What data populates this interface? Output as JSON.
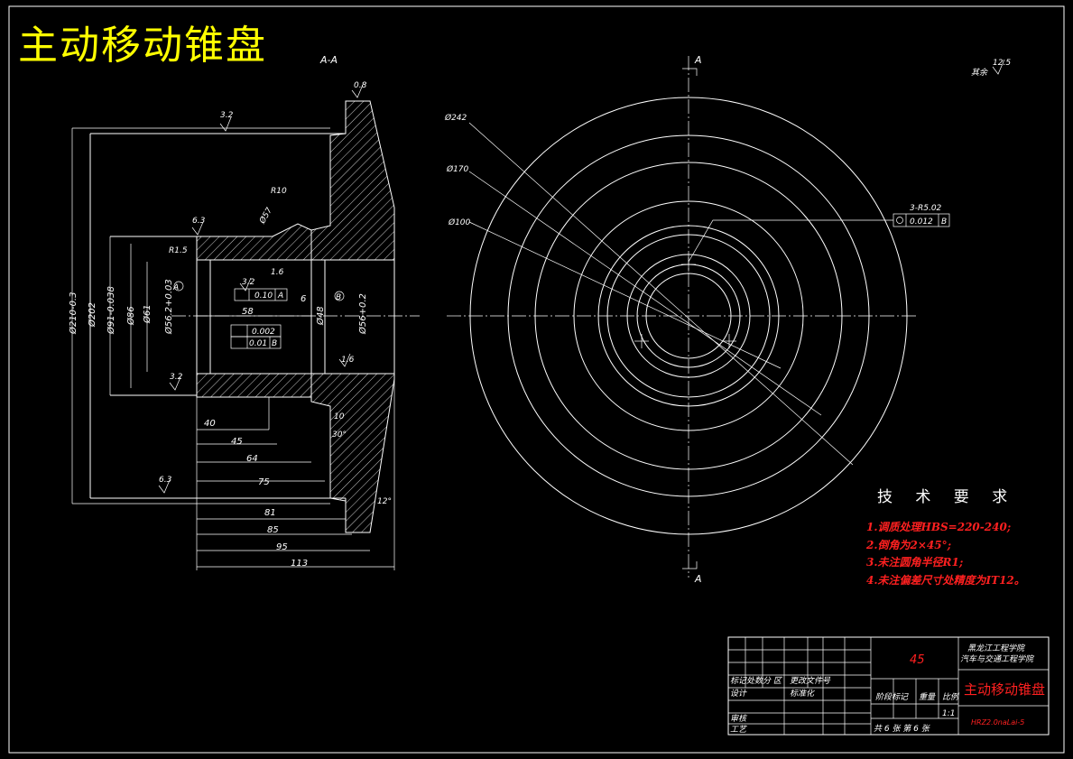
{
  "title": "主动移动锥盘",
  "section_label": "A-A",
  "view_marks": {
    "top": "A",
    "bottom": "A",
    "left_marker": "A",
    "right_marker": "B"
  },
  "front_view_labels": {
    "d242": "Ø242",
    "d170": "Ø170",
    "d100": "Ø100",
    "holes": "3-R5.02",
    "tol": "0.012",
    "datum": "B"
  },
  "surface_other": {
    "label": "其余",
    "value": "12.5"
  },
  "section_dims": {
    "h40": "40",
    "h45": "45",
    "h64": "64",
    "h75": "75",
    "h81": "81",
    "h85": "85",
    "h95": "95",
    "h113": "113",
    "h58": "58",
    "h6": "6",
    "r15": "R1.5",
    "r10": "R10",
    "d57": "Ø57",
    "a12": "12°",
    "a30": "30°",
    "v10": "10",
    "d210": "Ø210-0.3",
    "d202": "Ø202",
    "d91": "Ø91-0.038",
    "d86": "Ø86",
    "d61": "Ø61",
    "d56": "Ø56.2+0.03",
    "d48": "Ø48",
    "d56b": "Ø56+0.2",
    "rough": [
      "3.2",
      "6.3",
      "1.6",
      "0.8"
    ],
    "tol1_value": "0.10",
    "tol1_datum": "A",
    "tol2_value": "0.002",
    "tol3_value": "0.01",
    "tol3_datum": "B"
  },
  "requirements": {
    "heading": "技 术 要 求",
    "items": [
      "1.调质处理HBS=220-240;",
      "2.倒角为2×45°;",
      "3.未注圆角半径R1;",
      "4.未注偏差尺寸处精度为IT12。"
    ]
  },
  "title_block": {
    "material": "45",
    "school": "黑龙江工程学院",
    "college": "汽车与交通工程学院",
    "part_name": "主动移动锥盘",
    "drawing_no": "HRZ2.0naLai-5",
    "scale": "1:1",
    "sheets": "共 6 张 第 6 张",
    "labels": {
      "marks": "标记处数分 区",
      "change": "更改文件号",
      "design": "设计",
      "std": "标准化",
      "review": "审核",
      "craft": "工艺",
      "stage": "阶段标记",
      "weight": "重量",
      "ratio": "比例"
    }
  },
  "colors": {
    "background": "#000000",
    "lines": "#ffffff",
    "title": "#ffff00",
    "requirements": "#ff2020"
  }
}
